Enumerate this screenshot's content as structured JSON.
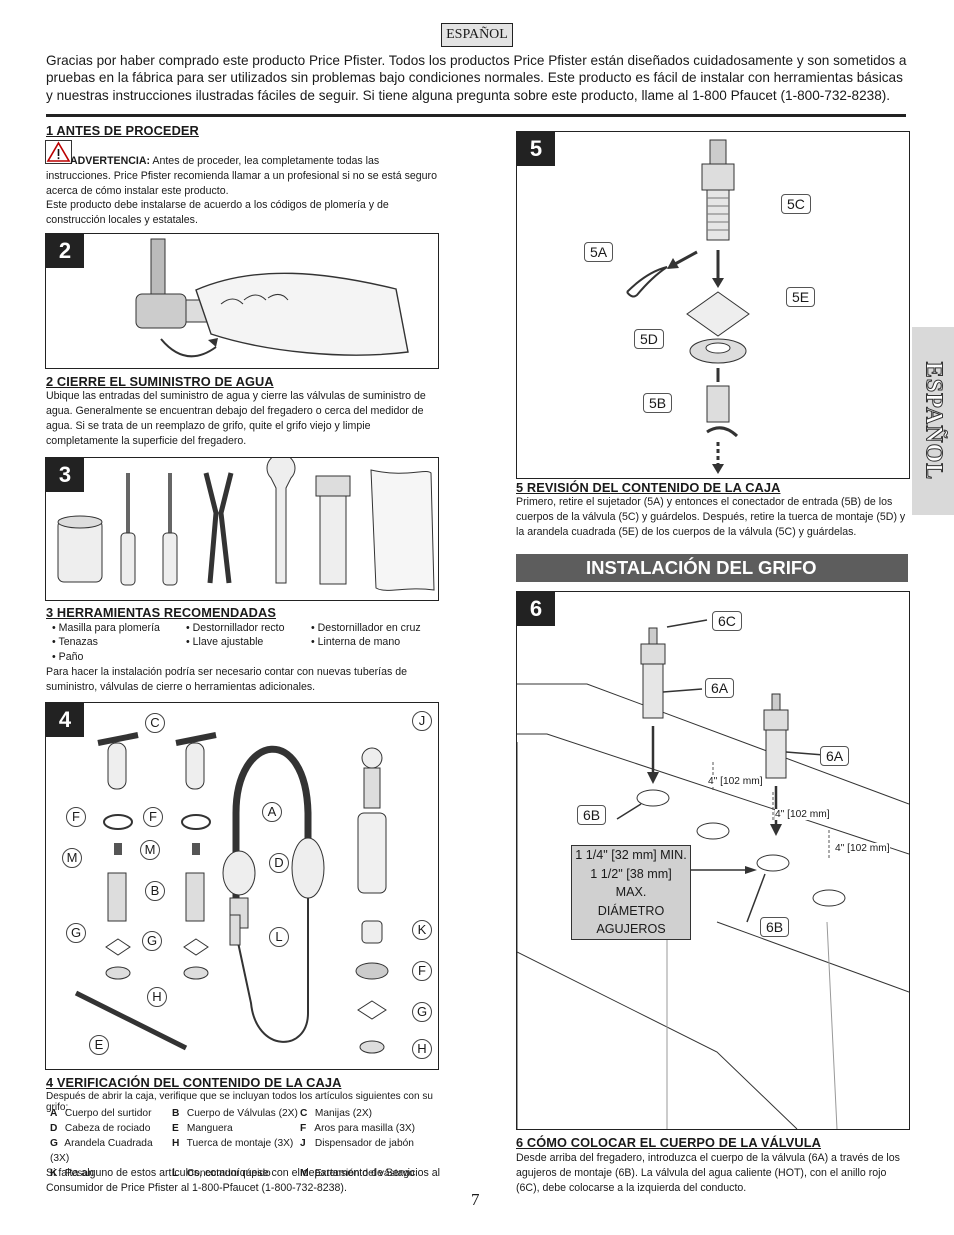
{
  "language_tag": "ESPAÑOL",
  "side_tab": "ESPAÑOL",
  "intro": "Gracias por haber comprado este producto Price Pfister. Todos los productos Price Pfister están diseñados cuidadosamente y son sometidos a pruebas en la fábrica para ser utilizados sin problemas bajo condiciones normales. Este producto es fácil de instalar con herramientas básicas y nuestras instrucciones ilustradas fáciles de seguir. Si tiene alguna pregunta sobre este producto, llame al 1-800 Pfaucet (1-800-732-8238).",
  "section1": {
    "heading": "1  ANTES DE PROCEDER",
    "warning_label": "ADVERTENCIA:",
    "warning_text": " Antes de proceder, lea completamente todas las instrucciones. Price Pfister recomienda llamar a un profesional si no se está seguro acerca de cómo instalar este producto.",
    "code_text": "Este producto debe instalarse de acuerdo a los códigos de plomería y de construcción locales y estatales."
  },
  "step2": {
    "number": "2",
    "heading": "2   CIERRE EL SUMINISTRO DE AGUA",
    "text": "Ubique las entradas del suministro de agua y cierre las válvulas de suministro de agua. Generalmente se encuentran debajo del fregadero o cerca del medidor de agua. Si se trata de un reemplazo de grifo, quite el grifo viejo y limpie completamente la superficie del fregadero."
  },
  "step3": {
    "number": "3",
    "heading": "3  HERRAMIENTAS RECOMENDADAS",
    "tools": [
      "• Masilla para plomería",
      "• Destornillador recto",
      "• Destornillador en cruz",
      "• Tenazas",
      "• Llave ajustable",
      "• Linterna de mano",
      "• Paño",
      "",
      ""
    ],
    "text": "Para hacer la instalación podría ser necesario contar con nuevas tuberías de suministro, válvulas de cierre o herramientas adicionales."
  },
  "step4": {
    "number": "4",
    "heading": "4  VERIFICACIÓN DEL CONTENIDO DE LA CAJA",
    "intro": "Después de abrir la caja, verifique que se incluyan todos los artículos siguientes con su grifo:",
    "parts": [
      {
        "k": "A",
        "t": "Cuerpo del surtidor"
      },
      {
        "k": "B",
        "t": "Cuerpo de Válvulas (2X)"
      },
      {
        "k": "C",
        "t": "Manijas (2X)"
      },
      {
        "k": "D",
        "t": "Cabeza de rociado"
      },
      {
        "k": "E",
        "t": "Manguera"
      },
      {
        "k": "F",
        "t": "Aros para masilla (3X)"
      },
      {
        "k": "G",
        "t": "Arandela Cuadrada (3X)"
      },
      {
        "k": "H",
        "t": "Tuerca de montaje (3X)"
      },
      {
        "k": "J",
        "t": "Dispensador de jabón"
      },
      {
        "k": "K",
        "t": "Pesan"
      },
      {
        "k": "L",
        "t": "Conectador rápido"
      },
      {
        "k": "M",
        "t": "Extensión del vástago"
      }
    ],
    "footer": "Si falta alguno de estos artículos, comuníquese con el departamento de Servicios al Consumidor de Price Pfister al 1-800-Pfaucet (1-800-732-8238).",
    "labels": {
      "C": "C",
      "J": "J",
      "F1": "F",
      "F2": "F",
      "A": "A",
      "M1": "M",
      "M2": "M",
      "D": "D",
      "B": "B",
      "G1": "G",
      "G2": "G",
      "L": "L",
      "K": "K",
      "F3": "F",
      "H1": "H",
      "G3": "G",
      "E": "E",
      "H2": "H"
    }
  },
  "step5": {
    "number": "5",
    "heading": "5  REVISIÓN DEL CONTENIDO DE LA CAJA",
    "text": "Primero, retire el sujetador (5A) y entonces el conectador de entrada (5B) de los cuerpos de la válvula (5C) y guárdelos.  Después, retire la tuerca de montaje (5D) y la arandela cuadrada (5E) de los cuerpos de la válvula (5C) y guárdelas.",
    "labels": {
      "c": "5C",
      "a": "5A",
      "e": "5E",
      "d": "5D",
      "b": "5B"
    }
  },
  "banner": "INSTALACIÓN DEL GRIFO",
  "step6": {
    "number": "6",
    "heading": "6  CÓMO COLOCAR EL CUERPO DE LA VÁLVULA",
    "text": "Desde arriba del fregadero, introduzca el cuerpo de la válvula (6A) a través de los agujeros de montaje (6B). La válvula del agua caliente (HOT), con el anillo rojo (6C), debe colocarse a la izquierda del conducto.",
    "labels": {
      "c": "6C",
      "a1": "6A",
      "a2": "6A",
      "b1": "6B",
      "b2": "6B"
    },
    "dims": [
      "4\" [102 mm]",
      "4\" [102 mm]",
      "4\" [102 mm]"
    ],
    "diameter": [
      "1 1/4\" [32 mm] MIN.",
      "1 1/2\" [38 mm]",
      "MAX.",
      "DIÁMETRO",
      "AGUJEROS"
    ]
  },
  "page_number": "7"
}
